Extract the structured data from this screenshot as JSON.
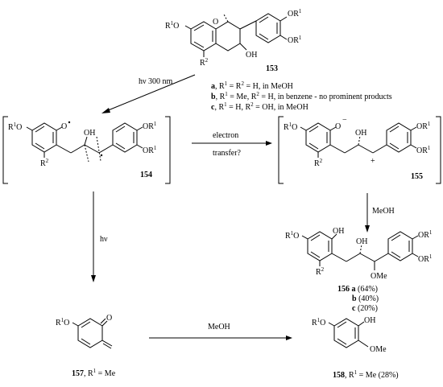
{
  "compounds": {
    "c153": {
      "number": "153",
      "labels": {
        "r1o": "R",
        "r1o_sup": "1",
        "r1o_tail": "O",
        "or1_top": "OR",
        "or1_top_sup": "1",
        "or1_mid": "OR",
        "or1_mid_sup": "1",
        "oh": "OH",
        "r2": "R",
        "r2_sup": "2",
        "o_ring": "O"
      }
    },
    "c154": {
      "number": "154",
      "labels": {
        "r1o": "R",
        "r1o_sup": "1",
        "r1o_tail": "O",
        "o_rad": "O",
        "oh": "OH",
        "r2": "R",
        "r2_sup": "2",
        "or1_a": "OR",
        "or1_a_sup": "1",
        "or1_b": "OR",
        "or1_b_sup": "1"
      }
    },
    "c155": {
      "number": "155",
      "labels": {
        "r1o": "R",
        "r1o_sup": "1",
        "r1o_tail": "O",
        "o_minus": "O",
        "minus": "−",
        "oh": "OH",
        "plus": "+",
        "r2": "R",
        "r2_sup": "2",
        "or1_a": "OR",
        "or1_a_sup": "1",
        "or1_b": "OR",
        "or1_b_sup": "1"
      }
    },
    "c156": {
      "number": "156",
      "labels": {
        "r1o": "R",
        "r1o_sup": "1",
        "r1o_tail": "O",
        "oh_ring": "OH",
        "oh": "OH",
        "ome": "OMe",
        "r2": "R",
        "r2_sup": "2",
        "or1_a": "OR",
        "or1_a_sup": "1",
        "or1_b": "OR",
        "or1_b_sup": "1"
      },
      "yields": [
        {
          "letter": "a",
          "text": " (64%)"
        },
        {
          "letter": "b",
          "text": " (40%)"
        },
        {
          "letter": "c",
          "text": " (20%)"
        }
      ]
    },
    "c157": {
      "number": "157",
      "caption_rest": ", R",
      "caption_sup": "1",
      "caption_tail": " = Me",
      "labels": {
        "r1o": "R",
        "r1o_sup": "1",
        "r1o_tail": "O",
        "o_keto": "O"
      }
    },
    "c158": {
      "number": "158",
      "caption_rest": ", R",
      "caption_sup": "1",
      "caption_tail": " = Me (28%)",
      "labels": {
        "r1o": "R",
        "r1o_sup": "1",
        "r1o_tail": "O",
        "oh": "OH",
        "ome": "OMe"
      }
    }
  },
  "conditions_153": [
    {
      "letter": "a",
      "p1": ", R",
      "s1": "1",
      "p2": " = R",
      "s2": "2",
      "p3": " = H, in MeOH"
    },
    {
      "letter": "b",
      "p1": ", R",
      "s1": "1",
      "p2": " = Me, R",
      "s2": "2",
      "p3": " = H, in benzene - no prominent products"
    },
    {
      "letter": "c",
      "p1": ", R",
      "s1": "1",
      "p2": " = H, R",
      "s2": "2",
      "p3": " = OH, in MeOH"
    }
  ],
  "arrows": {
    "photolysis": "hν 300 nm",
    "electron_transfer_1": "electron",
    "electron_transfer_2": "transfer?",
    "meoh_down": "MeOH",
    "hv_down": "hν",
    "meoh_right": "MeOH"
  }
}
